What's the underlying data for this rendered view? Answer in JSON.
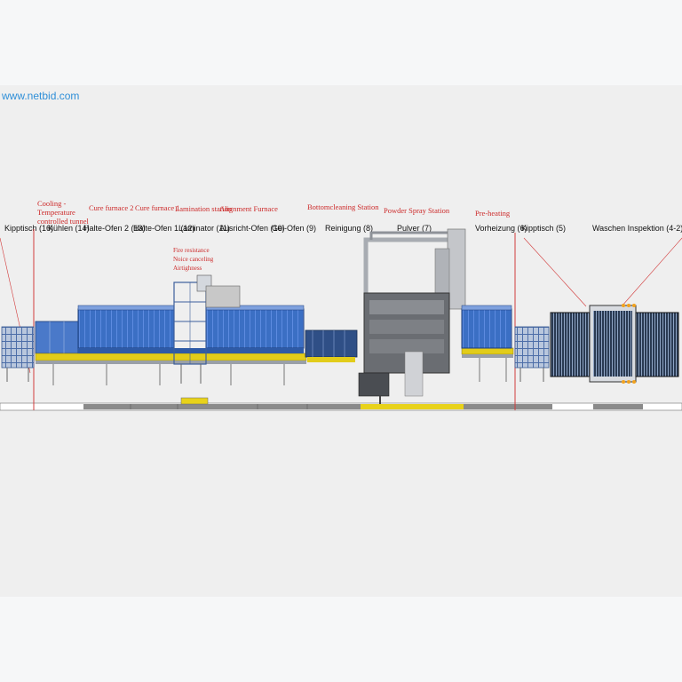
{
  "watermark": "www.netbid.com",
  "colors": {
    "label_red": "#cc2a2a",
    "oven_blue": "#3b6fc4",
    "rail_yellow": "#e8d21a",
    "floor_grey": "#7a7a7a",
    "watermark_blue": "#2f8fd8"
  },
  "stations": [
    {
      "de": "Kipptisch (16)",
      "en": ""
    },
    {
      "de": "Kühlen (14)",
      "en": "Cooling - Temperature controlled tunnel"
    },
    {
      "de": "Halte-Ofen 2 (13)",
      "en": "Cure furnace 2"
    },
    {
      "de": "Halte-Ofen 1 (12)",
      "en": "Cure furnace 1"
    },
    {
      "de": "Laminator (11)",
      "en": "Lamination station"
    },
    {
      "de": "Ausricht-Ofen (10)",
      "en": "Alignment Furnace"
    },
    {
      "de": "Gel-Ofen (9)",
      "en": ""
    },
    {
      "de": "Reinigung (8)",
      "en": "Bottomcleaning Station"
    },
    {
      "de": "Pulver (7)",
      "en": "Powder Spray Station"
    },
    {
      "de": "Vorheizung (6)",
      "en": "Pre-heating"
    },
    {
      "de": "Kipptisch (5)",
      "en": ""
    },
    {
      "de": "Waschen Inspektion (4-2)",
      "en": ""
    }
  ],
  "lamination_notes": [
    "Fire resistance",
    "Noice canceling",
    "Airtighness"
  ]
}
